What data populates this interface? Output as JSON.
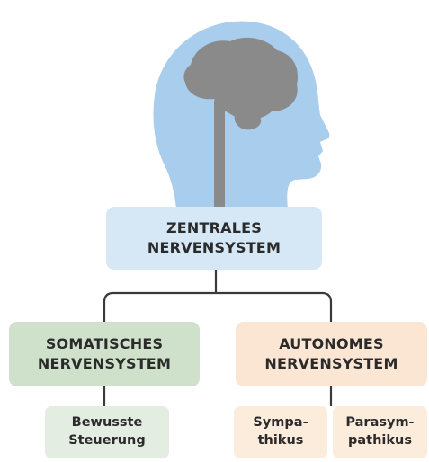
{
  "colors": {
    "head": "#a9cdec",
    "brain": "#8a8a8a",
    "central_box": "#d6e7f5",
    "somatic_box": "#cfe0cb",
    "autonomic_box": "#fbe6d3",
    "connector": "#3a3a3a",
    "text": "#2b2b2b"
  },
  "icons": {
    "head": "human-head-profile-icon",
    "brain": "brain-icon"
  },
  "diagram": {
    "central": "ZENTRALES\nNERVENSYSTEM",
    "somatic": "SOMATISCHES\nNERVENSYSTEM",
    "autonomic": "AUTONOMES\nNERVENSYSTEM",
    "conscious": "Bewusste\nSteuerung",
    "sympathetic": "Sympa-\nthikus",
    "parasympathetic": "Parasym-\npathikus"
  }
}
